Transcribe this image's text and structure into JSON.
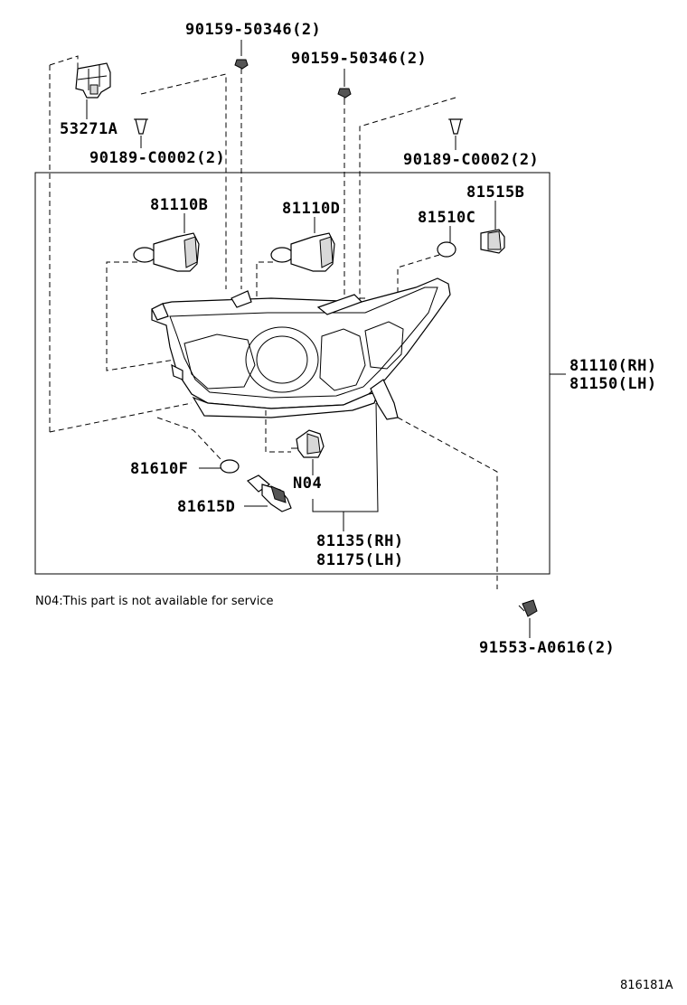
{
  "labels": {
    "screw_top_left": "90159-50346(2)",
    "screw_top_right": "90159-50346(2)",
    "bracket": "53271A",
    "clip_left": "90189-C0002(2)",
    "clip_right": "90189-C0002(2)",
    "bulb_b": "81110B",
    "bulb_d": "81110D",
    "bulb_515b": "81515B",
    "bulb_510c": "81510C",
    "headlamp_rh": "81110(RH)",
    "headlamp_lh": "81150(LH)",
    "bulb_610f": "81610F",
    "socket_615d": "81615D",
    "n04": "N04",
    "unit_rh": "81135(RH)",
    "unit_lh": "81175(LH)",
    "bolt": "91553-A0616(2)"
  },
  "note": "N04:This part is not available for service",
  "diagram_code": "816181A"
}
